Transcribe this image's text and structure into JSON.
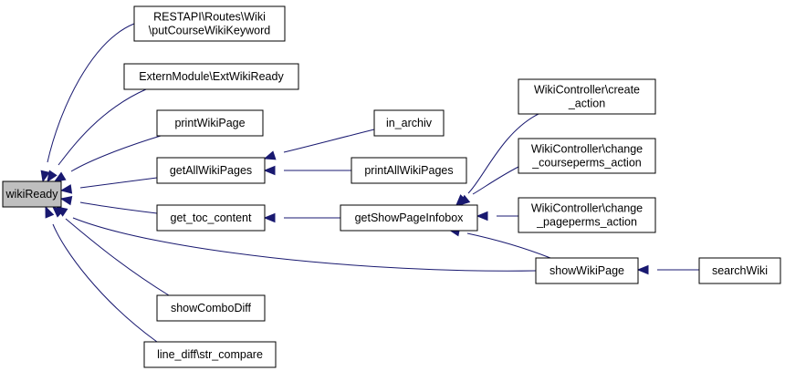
{
  "graph": {
    "edge_color": "#191970",
    "root_fill": "#bfbfbf",
    "nodes": [
      {
        "id": "wikiReady",
        "lines": [
          "wikiReady"
        ]
      },
      {
        "id": "putCourseWikiKeyword",
        "lines": [
          "RESTAPI\\Routes\\Wiki",
          "\\putCourseWikiKeyword"
        ]
      },
      {
        "id": "ExtWikiReady",
        "lines": [
          "ExternModule\\ExtWikiReady"
        ]
      },
      {
        "id": "printWikiPage",
        "lines": [
          "printWikiPage"
        ]
      },
      {
        "id": "getAllWikiPages",
        "lines": [
          "getAllWikiPages"
        ]
      },
      {
        "id": "get_toc_content",
        "lines": [
          "get_toc_content"
        ]
      },
      {
        "id": "showComboDiff",
        "lines": [
          "showComboDiff"
        ]
      },
      {
        "id": "str_compare",
        "lines": [
          "line_diff\\str_compare"
        ]
      },
      {
        "id": "in_archiv",
        "lines": [
          "in_archiv"
        ]
      },
      {
        "id": "printAllWikiPages",
        "lines": [
          "printAllWikiPages"
        ]
      },
      {
        "id": "getShowPageInfobox",
        "lines": [
          "getShowPageInfobox"
        ]
      },
      {
        "id": "create_action",
        "lines": [
          "WikiController\\create",
          "_action"
        ]
      },
      {
        "id": "change_courseperms_action",
        "lines": [
          "WikiController\\change",
          "_courseperms_action"
        ]
      },
      {
        "id": "change_pageperms_action",
        "lines": [
          "WikiController\\change",
          "_pageperms_action"
        ]
      },
      {
        "id": "showWikiPage",
        "lines": [
          "showWikiPage"
        ]
      },
      {
        "id": "searchWiki",
        "lines": [
          "searchWiki"
        ]
      }
    ],
    "edges": [
      {
        "from": "putCourseWikiKeyword",
        "to": "wikiReady"
      },
      {
        "from": "ExtWikiReady",
        "to": "wikiReady"
      },
      {
        "from": "printWikiPage",
        "to": "wikiReady"
      },
      {
        "from": "getAllWikiPages",
        "to": "wikiReady"
      },
      {
        "from": "get_toc_content",
        "to": "wikiReady"
      },
      {
        "from": "showComboDiff",
        "to": "wikiReady"
      },
      {
        "from": "str_compare",
        "to": "wikiReady"
      },
      {
        "from": "showWikiPage",
        "to": "wikiReady"
      },
      {
        "from": "in_archiv",
        "to": "getAllWikiPages"
      },
      {
        "from": "printAllWikiPages",
        "to": "getAllWikiPages"
      },
      {
        "from": "getShowPageInfobox",
        "to": "get_toc_content"
      },
      {
        "from": "create_action",
        "to": "getShowPageInfobox"
      },
      {
        "from": "change_courseperms_action",
        "to": "getShowPageInfobox"
      },
      {
        "from": "change_pageperms_action",
        "to": "getShowPageInfobox"
      },
      {
        "from": "showWikiPage",
        "to": "getShowPageInfobox"
      },
      {
        "from": "searchWiki",
        "to": "showWikiPage"
      }
    ]
  }
}
